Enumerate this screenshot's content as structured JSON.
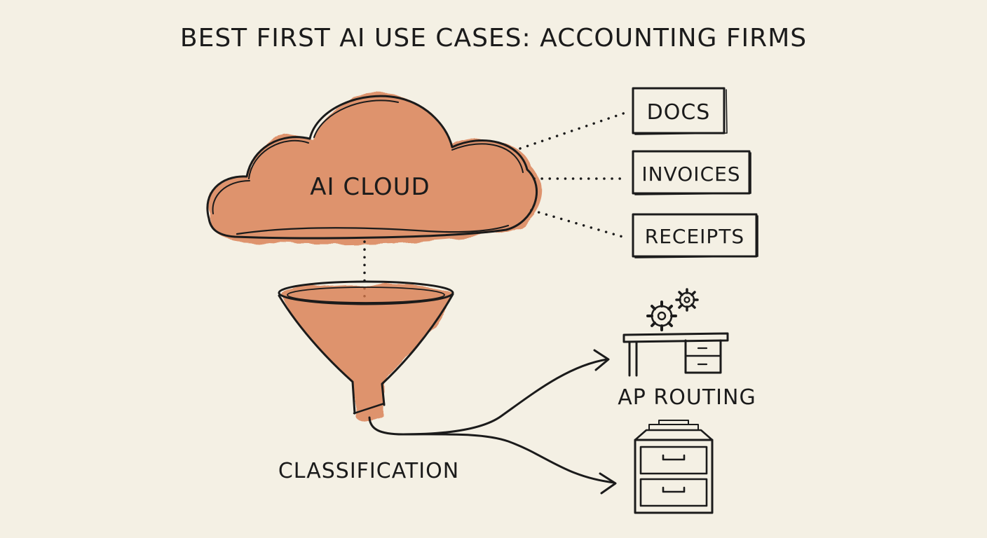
{
  "title": "BEST FIRST AI USE CASES: ACCOUNTING FIRMS",
  "cloud": {
    "label": "AI CLOUD"
  },
  "inputs": [
    {
      "label": "DOCS"
    },
    {
      "label": "INVOICES"
    },
    {
      "label": "RECEIPTS"
    }
  ],
  "funnel": {
    "label": "CLASSIFICATION"
  },
  "outputs": [
    {
      "label": "AP ROUTING",
      "icon": "desk-gears-icon"
    },
    {
      "label": "",
      "icon": "filing-cabinet-icon"
    }
  ],
  "colors": {
    "background": "#f4f0e4",
    "watercolor": "#d9794a",
    "ink": "#1b1b1b"
  }
}
